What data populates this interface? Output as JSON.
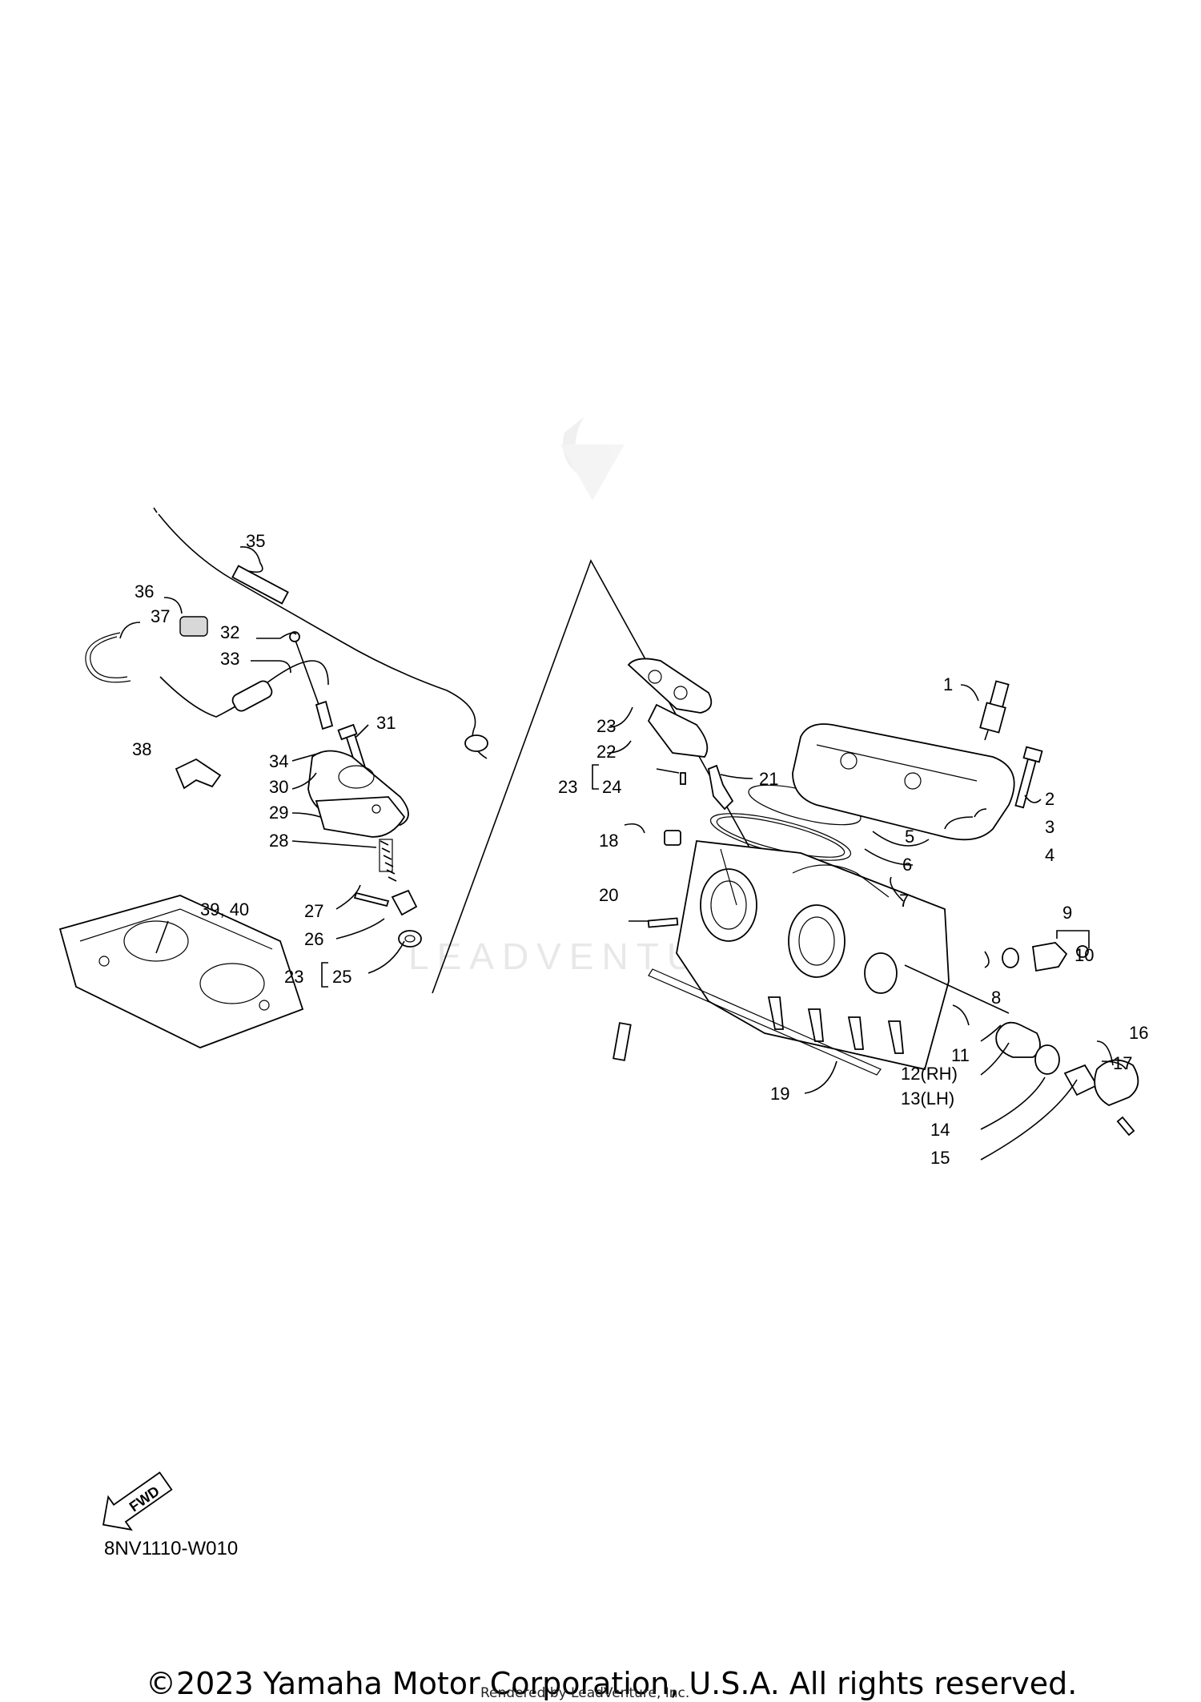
{
  "watermark": "LEADVENTURE",
  "drawing_code": "8NV1110-W010",
  "fwd_label": "FWD",
  "copyright": "©2023 Yamaha Motor Corporation, U.S.A. All rights reserved.",
  "rendered_by": "Rendered by LeadVenture, Inc.",
  "callouts": {
    "c1": "1",
    "c2": "2",
    "c3": "3",
    "c4": "4",
    "c5": "5",
    "c6": "6",
    "c7": "7",
    "c8": "8",
    "c9": "9",
    "c10": "10",
    "c11": "11",
    "c12": "12(RH)",
    "c13": "13(LH)",
    "c14": "14",
    "c15": "15",
    "c16": "16",
    "c17": "17",
    "c18": "18",
    "c19": "19",
    "c20": "20",
    "c21": "21",
    "c22": "22",
    "c23a": "23",
    "c23b": "23",
    "c24": "24",
    "c23c": "23",
    "c25": "25",
    "c26": "26",
    "c27": "27",
    "c28": "28",
    "c29": "29",
    "c30": "30",
    "c31": "31",
    "c32": "32",
    "c33": "33",
    "c34": "34",
    "c35": "35",
    "c36": "36",
    "c37": "37",
    "c38": "38",
    "c3940": "39, 40"
  }
}
